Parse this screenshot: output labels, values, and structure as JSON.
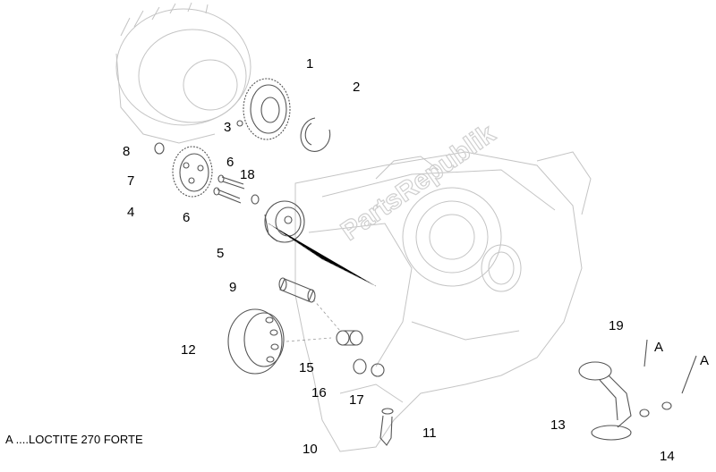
{
  "watermark": "PartsRepublik",
  "note": "A ....LOCTITE 270 FORTE",
  "callouts": [
    "1",
    "2",
    "3",
    "6",
    "8",
    "7",
    "4",
    "6",
    "18",
    "5",
    "9",
    "12",
    "15",
    "16",
    "17",
    "11",
    "10",
    "19",
    "A",
    "A",
    "13",
    "14"
  ]
}
